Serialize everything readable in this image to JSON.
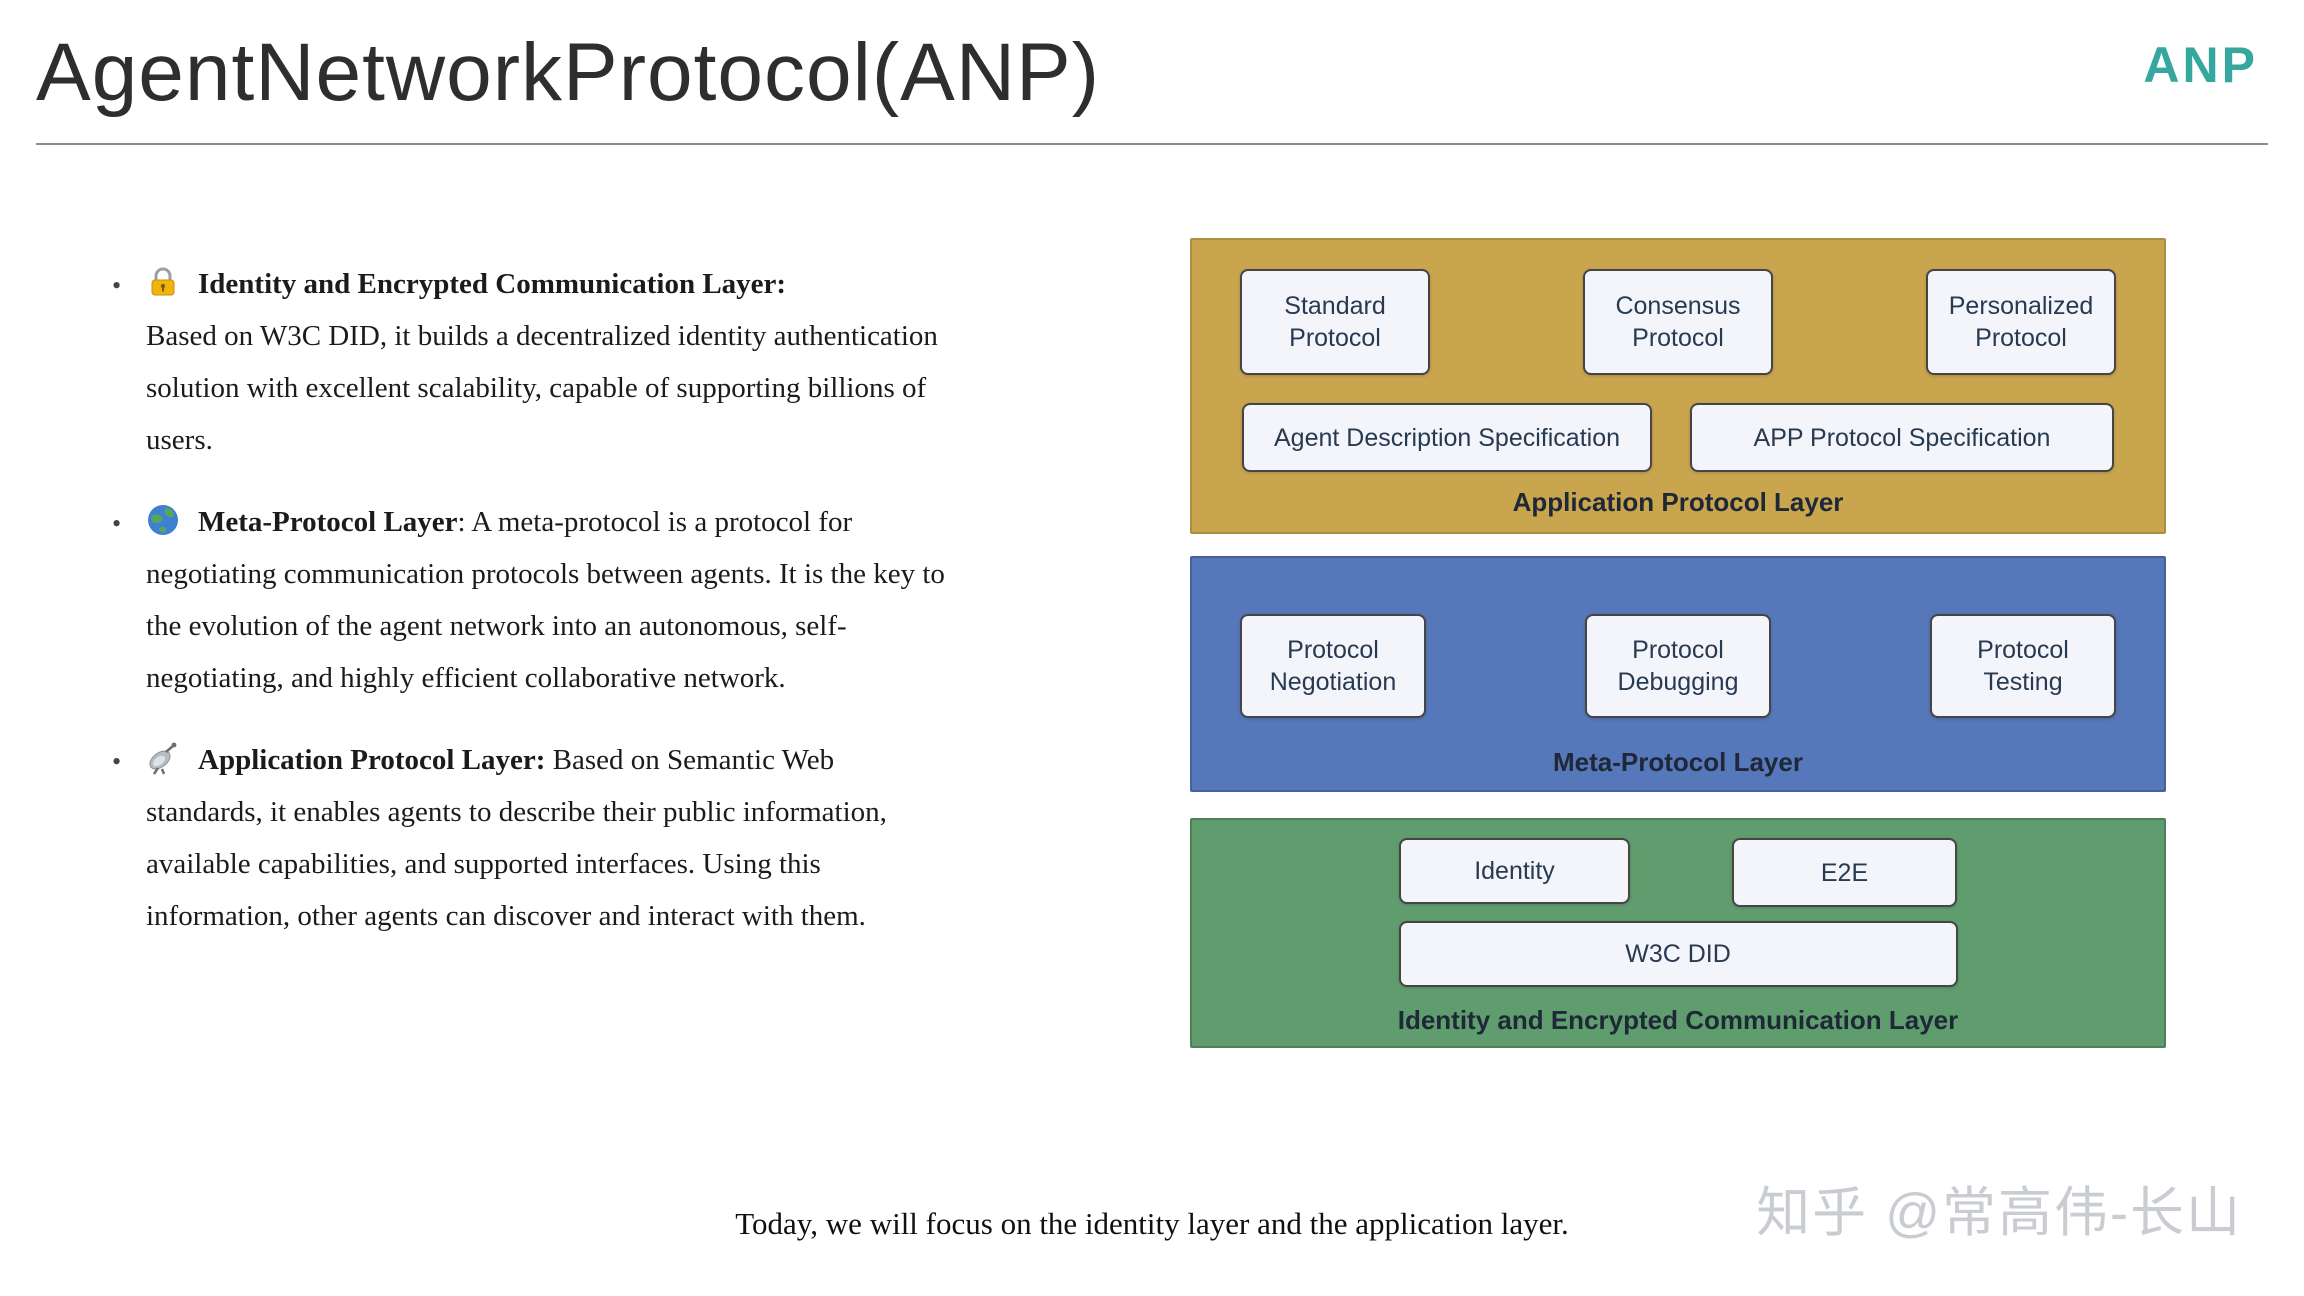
{
  "header": {
    "title": "AgentNetworkProtocol(ANP)",
    "logo_text": "ANP"
  },
  "bullets": [
    {
      "icon": "lock-icon",
      "heading": "Identity and Encrypted Communication Layer:",
      "body": "Based on W3C DID, it builds a decentralized identity authentication solution with excellent scalability, capable of supporting billions of users."
    },
    {
      "icon": "globe-icon",
      "heading": "Meta-Protocol Layer",
      "body": ": A meta-protocol is a protocol for negotiating communication protocols between agents. It is the key to the evolution of the agent network into an autonomous, self-negotiating, and highly efficient collaborative network."
    },
    {
      "icon": "satellite-icon",
      "heading": "Application Protocol Layer:",
      "body": "Based on Semantic Web standards, it enables agents to describe their public information, available capabilities, and supported interfaces. Using this information, other agents can discover and interact with them."
    }
  ],
  "diagram": {
    "layers": [
      {
        "label": "Application Protocol Layer",
        "color": "#C9A54E",
        "row1": [
          "Standard Protocol",
          "Consensus Protocol",
          "Personalized Protocol"
        ],
        "row2": [
          "Agent Description Specification",
          "APP Protocol Specification"
        ]
      },
      {
        "label": "Meta-Protocol Layer",
        "color": "#5678BA",
        "row1": [
          "Protocol Negotiation",
          "Protocol Debugging",
          "Protocol Testing"
        ]
      },
      {
        "label": "Identity and Encrypted Communication Layer",
        "color": "#609D6E",
        "row1": [
          "Identity",
          "E2E"
        ],
        "row2": [
          "W3C DID"
        ]
      }
    ]
  },
  "footer": {
    "text": "Today, we will focus on the identity layer and the application layer."
  },
  "watermark": {
    "text": "知乎 @常高伟-长山"
  },
  "colors": {
    "logo": "#35A79E",
    "application_layer": "#C9A54E",
    "meta_layer": "#5678BA",
    "identity_layer": "#609D6E",
    "box_fill": "#F3F5FA",
    "box_border": "#454545"
  }
}
